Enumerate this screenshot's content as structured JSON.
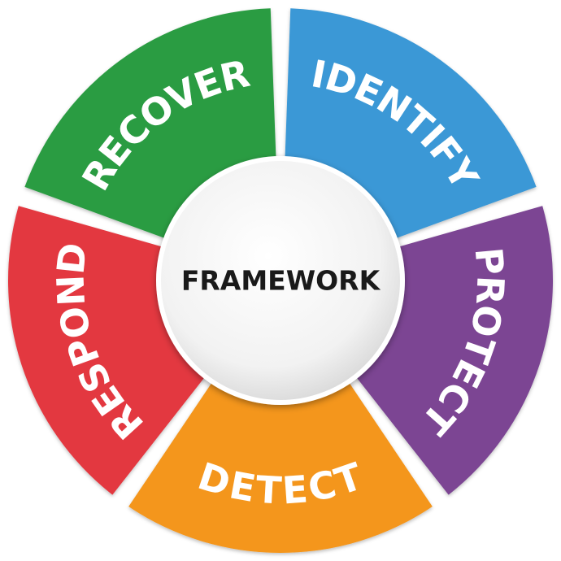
{
  "center": {
    "label": "FRAMEWORK"
  },
  "segments": [
    {
      "id": "identify",
      "label": "IDENTIFY",
      "color": "#3b98d6"
    },
    {
      "id": "protect",
      "label": "PROTECT",
      "color": "#7b4593"
    },
    {
      "id": "detect",
      "label": "DETECT",
      "color": "#f4961e"
    },
    {
      "id": "respond",
      "label": "RESPOND",
      "color": "#e3373f"
    },
    {
      "id": "recover",
      "label": "RECOVER",
      "color": "#2c9c43"
    }
  ]
}
